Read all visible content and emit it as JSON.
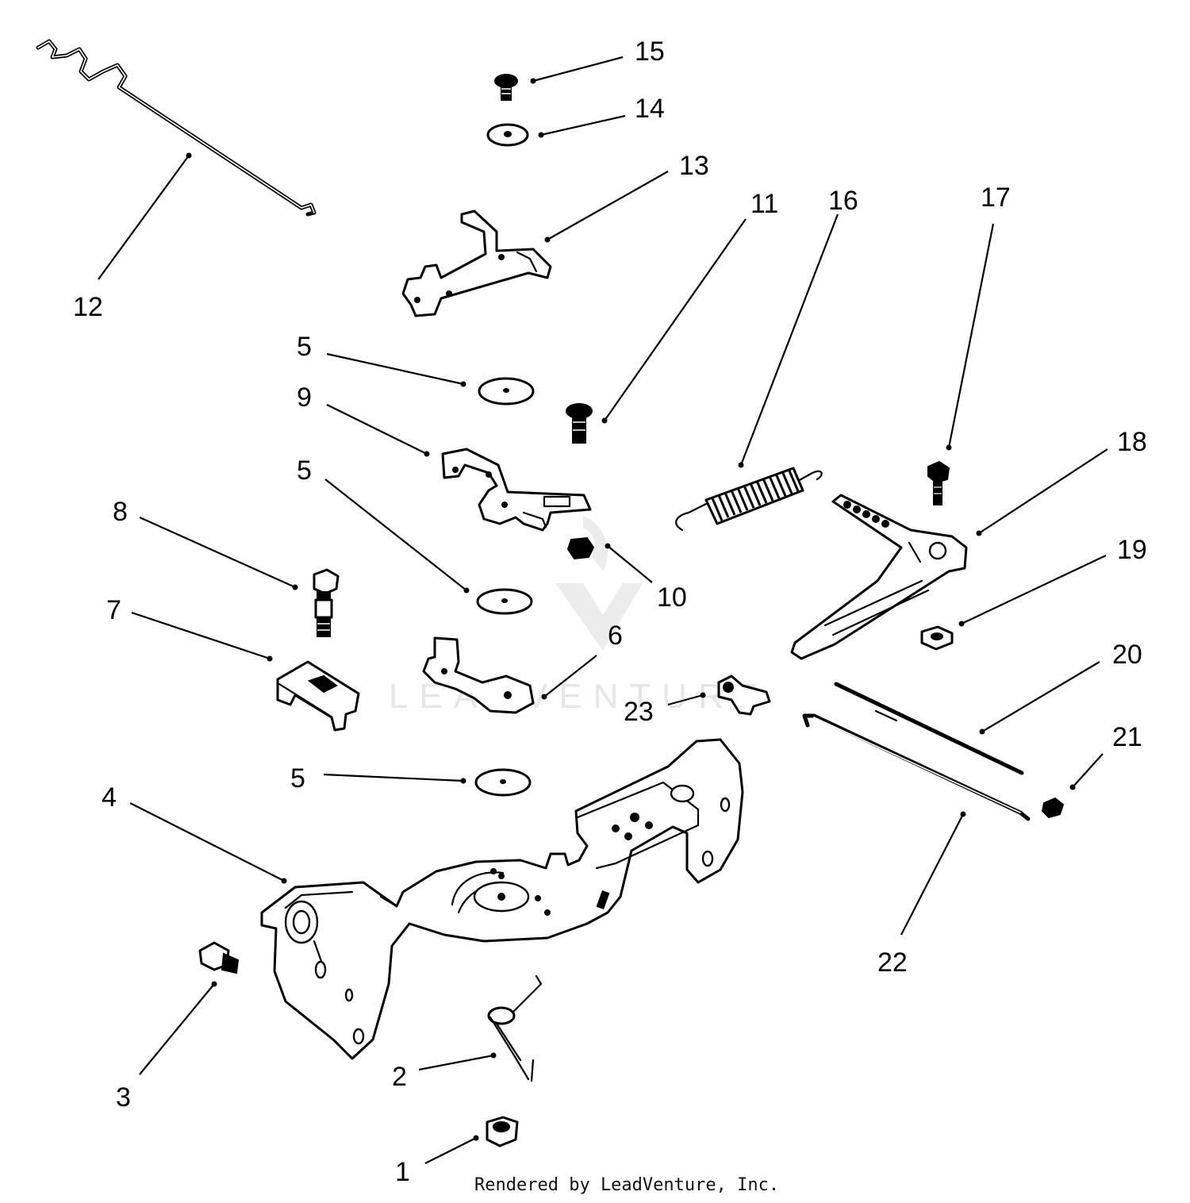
{
  "watermark": {
    "text": "LEADVENTURE"
  },
  "credit": "Rendered by LeadVenture, Inc.",
  "callouts": [
    {
      "id": "c15",
      "label": "15"
    },
    {
      "id": "c14",
      "label": "14"
    },
    {
      "id": "c13",
      "label": "13"
    },
    {
      "id": "c12",
      "label": "12"
    },
    {
      "id": "c11",
      "label": "11"
    },
    {
      "id": "c16",
      "label": "16"
    },
    {
      "id": "c17",
      "label": "17"
    },
    {
      "id": "c18",
      "label": "18"
    },
    {
      "id": "c19",
      "label": "19"
    },
    {
      "id": "c20",
      "label": "20"
    },
    {
      "id": "c21",
      "label": "21"
    },
    {
      "id": "c22",
      "label": "22"
    },
    {
      "id": "c23",
      "label": "23"
    },
    {
      "id": "c5a",
      "label": "5"
    },
    {
      "id": "c9",
      "label": "9"
    },
    {
      "id": "c5b",
      "label": "5"
    },
    {
      "id": "c8",
      "label": "8"
    },
    {
      "id": "c7",
      "label": "7"
    },
    {
      "id": "c10",
      "label": "10"
    },
    {
      "id": "c6",
      "label": "6"
    },
    {
      "id": "c5c",
      "label": "5"
    },
    {
      "id": "c4",
      "label": "4"
    },
    {
      "id": "c3",
      "label": "3"
    },
    {
      "id": "c2",
      "label": "2"
    },
    {
      "id": "c1",
      "label": "1"
    }
  ]
}
